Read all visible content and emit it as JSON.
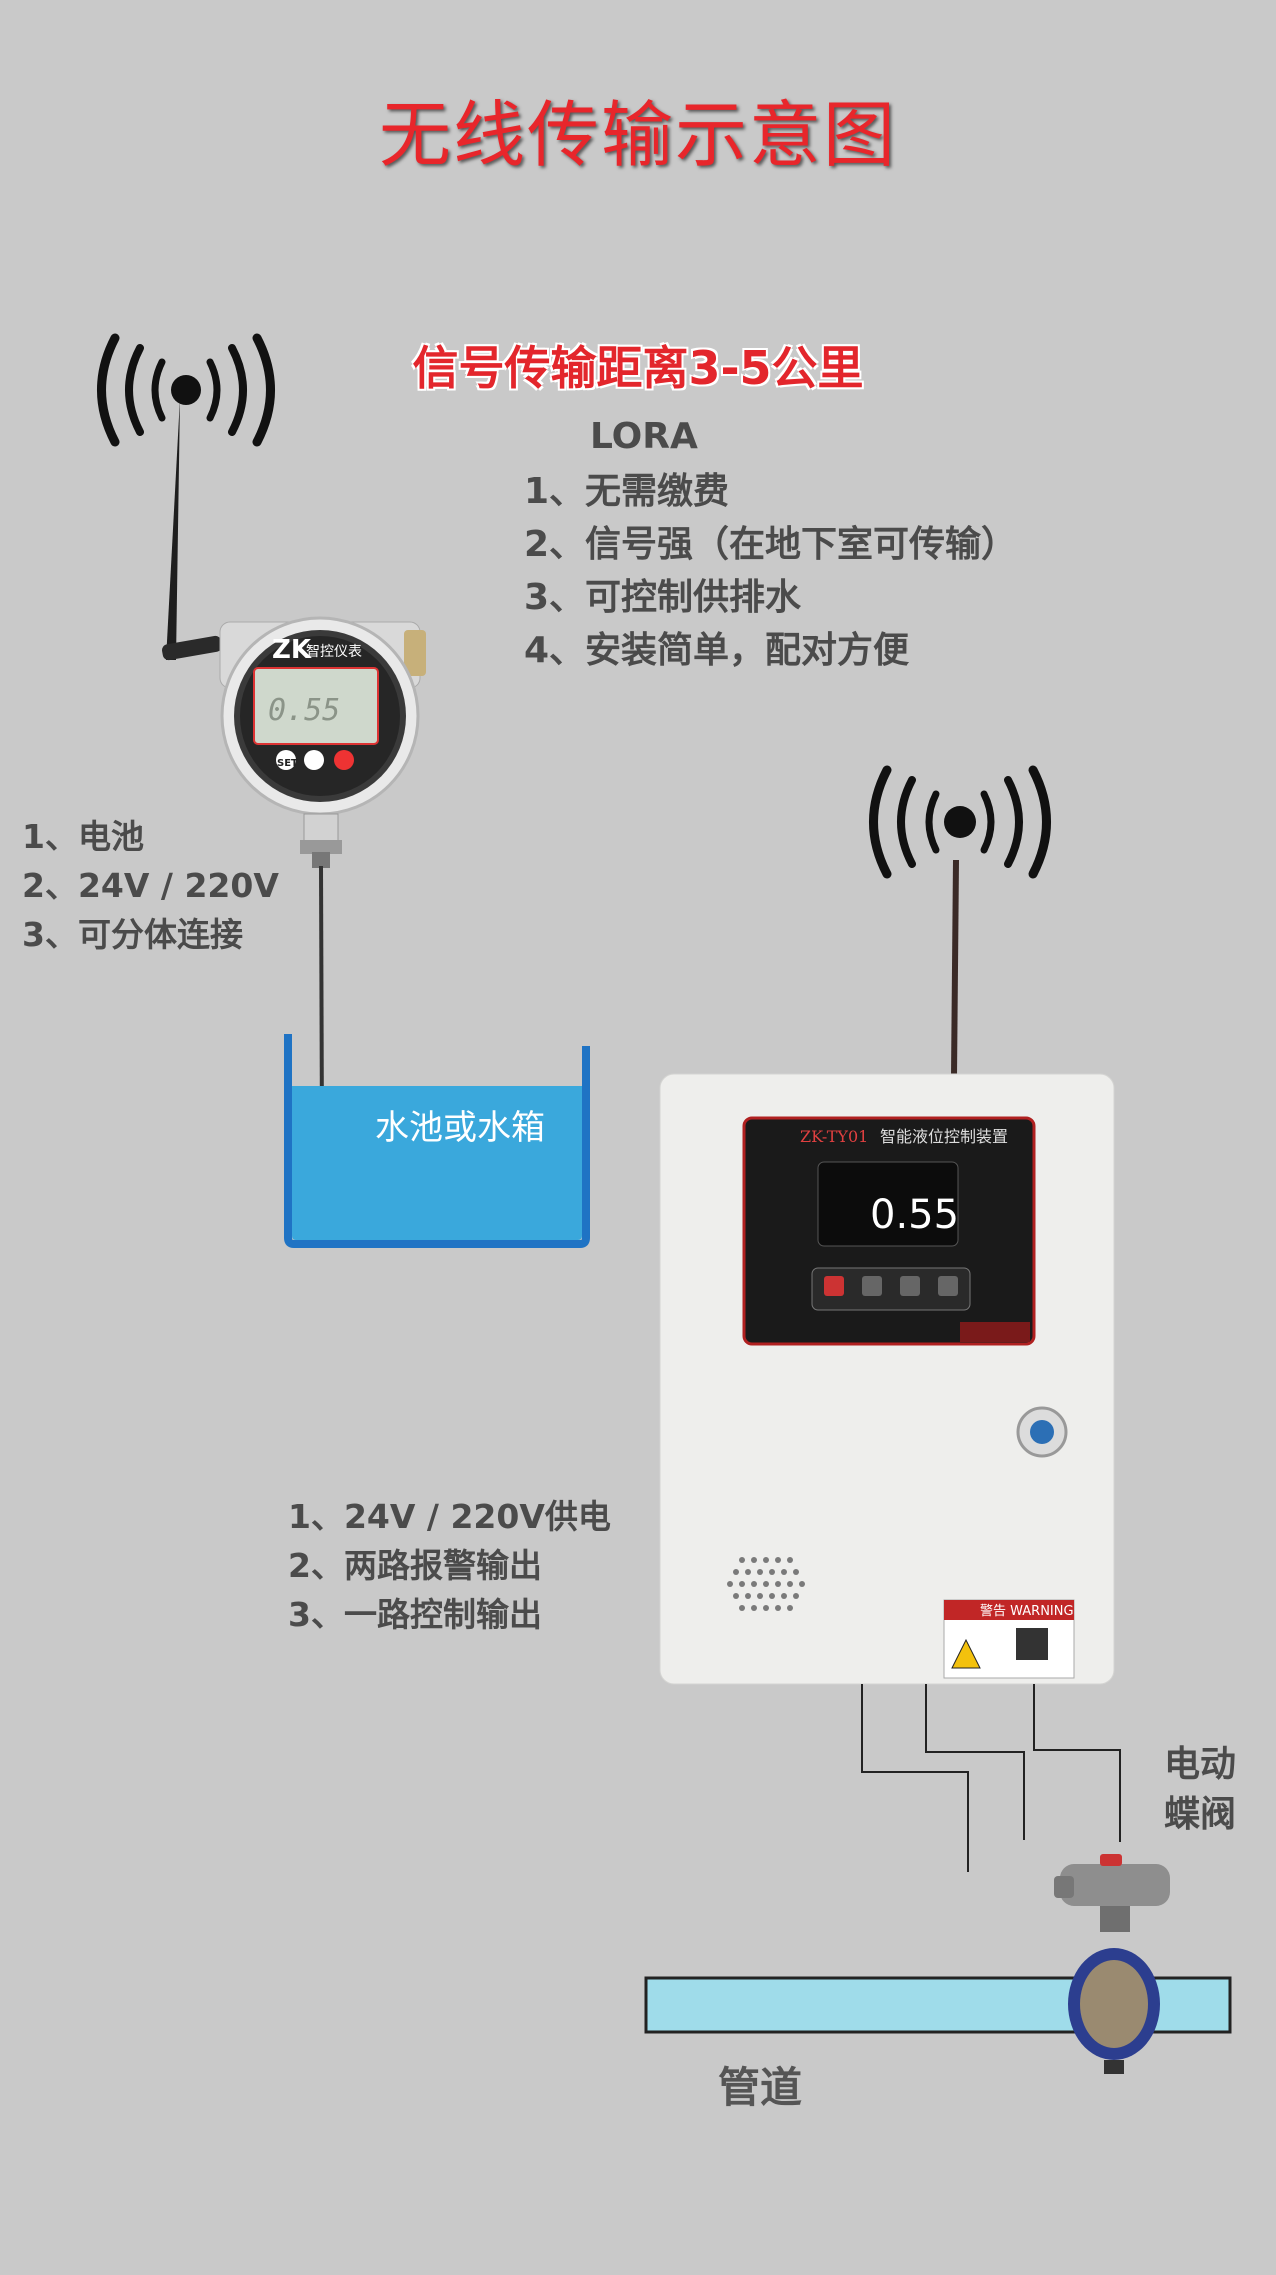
{
  "title": "无线传输示意图",
  "subtitle": "信号传输距离3-5公里",
  "lora": {
    "heading": "LORA",
    "items": [
      "1、无需缴费",
      "2、信号强（在地下室可传输）",
      "3、可控制供排水",
      "4、安装简单，配对方便"
    ]
  },
  "sensor": {
    "items": [
      "1、电池",
      "2、24V / 220V",
      "3、可分体连接"
    ],
    "brand": "智控仪表",
    "display_value": "0.55",
    "buttons": [
      "SET",
      "",
      ""
    ]
  },
  "tank_label": "水池或水箱",
  "controller": {
    "items": [
      "1、24V / 220V供电",
      "2、两路报警输出",
      "3、一路控制输出"
    ],
    "model": "ZK-TY01",
    "panel_title": "智能液位控制装置",
    "display_value": "0.55",
    "warning": "警告 WARNING"
  },
  "valve_label": [
    "电动",
    "蝶阀"
  ],
  "pipe_label": "管道",
  "colors": {
    "background": "#c9c9c9",
    "title_red": "#e8262b",
    "text_gray": "#4b4b4b",
    "water_blue": "#3aa8dc",
    "pipe_blue": "#9fdcea"
  }
}
